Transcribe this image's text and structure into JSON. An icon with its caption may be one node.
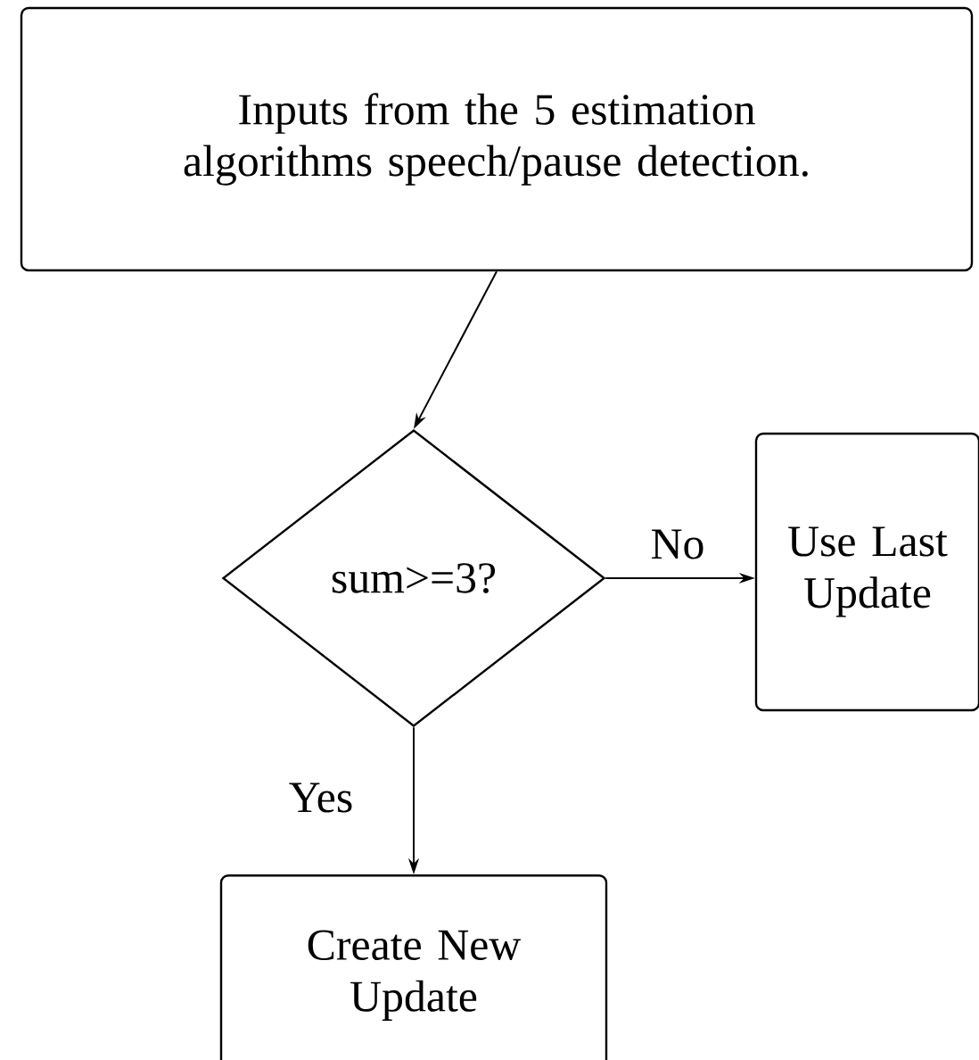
{
  "diagram": {
    "nodes": [
      {
        "text": [
          "Inputs from the 5 estimation algorithms speech/pause detection."
        ]
      },
      {
        "text": [
          "sum>=3?"
        ]
      },
      {
        "text": [
          "Use Last Update"
        ]
      },
      {
        "text": [
          "Create New Update"
        ]
      }
    ],
    "edges": [
      {
        "from": 0,
        "to": 1,
        "arrow": "to"
      },
      {
        "from": 1,
        "to": 2,
        "arrow": "to",
        "label": "No"
      },
      {
        "from": 1,
        "to": 3,
        "arrow": "to",
        "label": "Yes"
      }
    ]
  }
}
